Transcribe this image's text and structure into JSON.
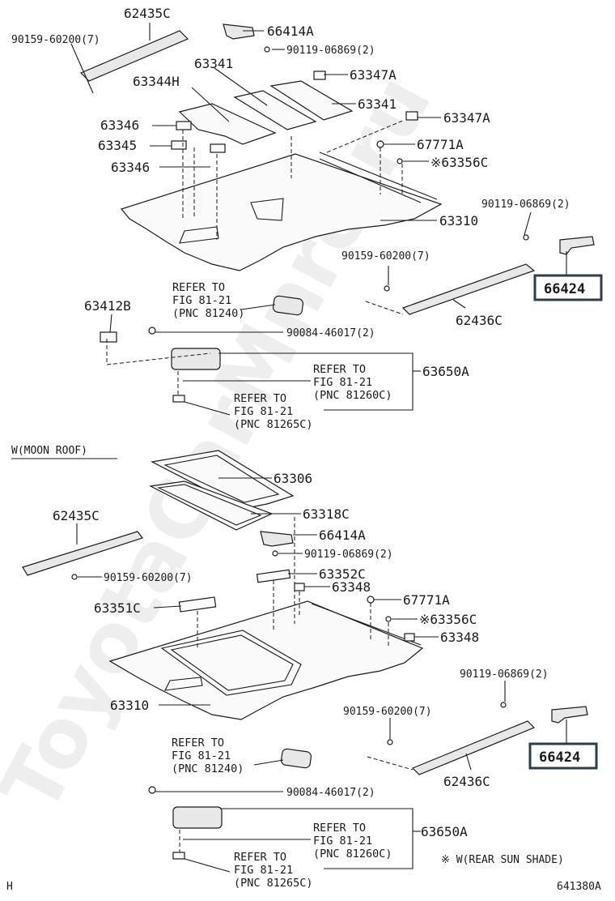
{
  "watermark": "ToyotaCarMnro.ru",
  "top": {
    "parts": {
      "p62435c": "62435C",
      "p90159_l": "90159-60200(7)",
      "p66414a": "66414A",
      "p90119_a": "90119-06869(2)",
      "p63341_a": "63341",
      "p63347a_a": "63347A",
      "p63344h": "63344H",
      "p63341_b": "63341",
      "p63346_a": "63346",
      "p63347a_b": "63347A",
      "p63345": "63345",
      "p67771a": "67771A",
      "p63346_b": "63346",
      "p63356c": "※63356C",
      "p90119_b": "90119-06869(2)",
      "p63310": "63310",
      "p90159_r": "90159-60200(7)",
      "p66424": "66424",
      "p63412b": "63412B",
      "p62436c": "62436C",
      "p90084": "90084-46017(2)",
      "p63650a": "63650A"
    },
    "refs": {
      "r1": [
        "REFER TO",
        "FIG 81-21",
        "(PNC 81240)"
      ],
      "r2": [
        "REFER TO",
        "FIG  81-21",
        "(PNC 81260C)"
      ],
      "r3": [
        "REFER TO",
        "FIG  81-21",
        "(PNC 81265C)"
      ]
    }
  },
  "section_label": "W(MOON ROOF)",
  "bottom": {
    "parts": {
      "p63306": "63306",
      "p62435c": "62435C",
      "p63318c": "63318C",
      "p66414a": "66414A",
      "p90119_a": "90119-06869(2)",
      "p90159_l": "90159-60200(7)",
      "p63352c": "63352C",
      "p63348_a": "63348",
      "p63351c": "63351C",
      "p67771a": "67771A",
      "p63356c": "※63356C",
      "p63348_b": "63348",
      "p90119_b": "90119-06869(2)",
      "p63310": "63310",
      "p90159_r": "90159-60200(7)",
      "p66424": "66424",
      "p62436c": "62436C",
      "p90084": "90084-46017(2)",
      "p63650a": "63650A"
    },
    "refs": {
      "r1": [
        "REFER TO",
        "FIG  81-21",
        "(PNC 81240)"
      ],
      "r2": [
        "REFER TO",
        "FIG  81-21",
        "(PNC 81260C)"
      ],
      "r3": [
        "REFER TO",
        "FIG  81-21",
        "(PNC 81265C)"
      ]
    }
  },
  "footnote": "※ W(REAR SUN SHADE)",
  "corner_left": "H",
  "diagram_id": "641380A"
}
